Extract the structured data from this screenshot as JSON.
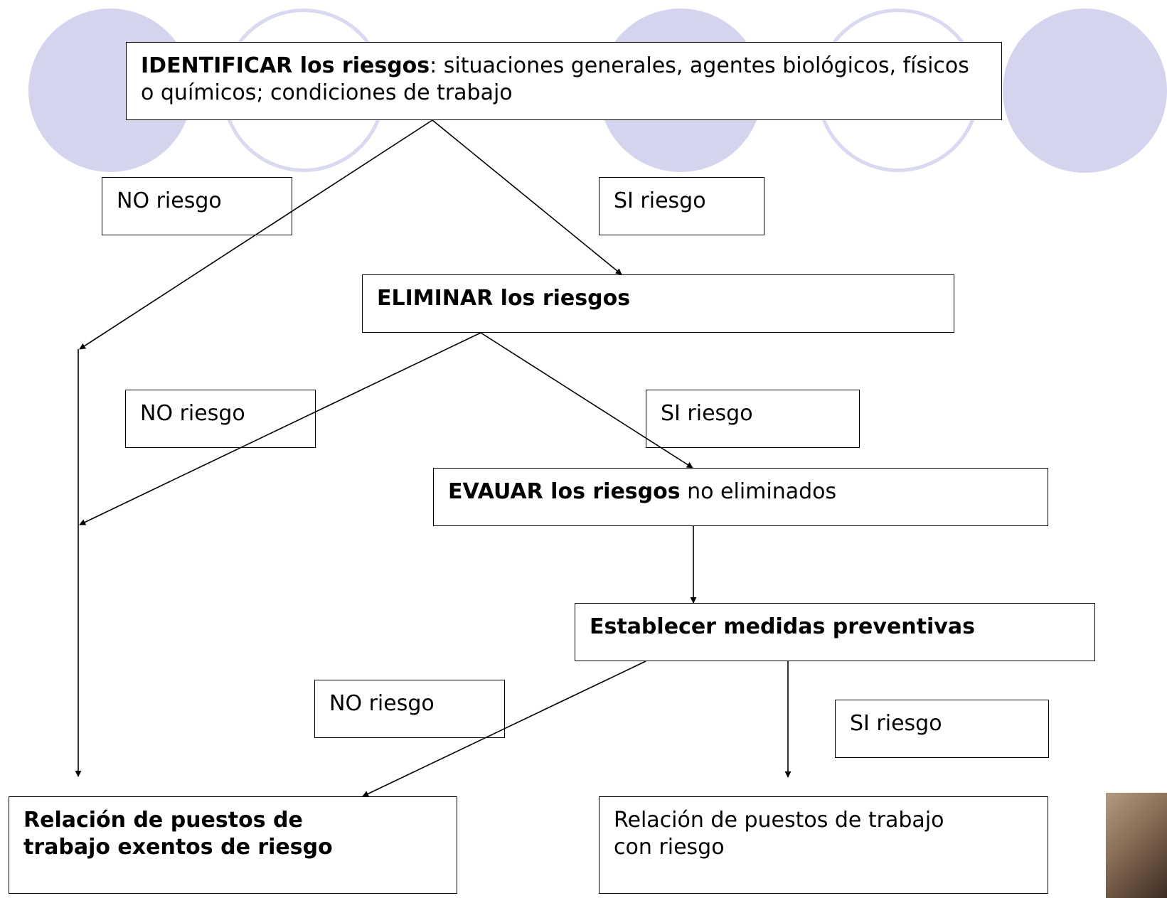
{
  "diagram": {
    "identify": {
      "bold": "IDENTIFICAR los riesgos",
      "rest": ": situaciones generales, agentes biológicos, físicos o químicos; condiciones de trabajo"
    },
    "eliminate": {
      "bold": "ELIMINAR los riesgos"
    },
    "evaluate": {
      "bold": "EVAUAR los riesgos",
      "rest": " no eliminados"
    },
    "measures": {
      "bold": "Establecer medidas preventivas"
    },
    "exempt": {
      "bold": "Relación de puestos de trabajo exentos de riesgo"
    },
    "with_risk": {
      "text": "Relación de puestos de trabajo con riesgo"
    },
    "labels": {
      "no1": "NO riesgo",
      "si1": "SI riesgo",
      "no2": "NO riesgo",
      "si2": "SI riesgo",
      "no3": "NO riesgo",
      "si3": "SI riesgo"
    }
  },
  "colors": {
    "circle_fill": "#d4d4ef",
    "circle_ring": "#d9d9f1",
    "line": "#000000"
  },
  "decor": {
    "photo": "photo-thumbnail"
  }
}
